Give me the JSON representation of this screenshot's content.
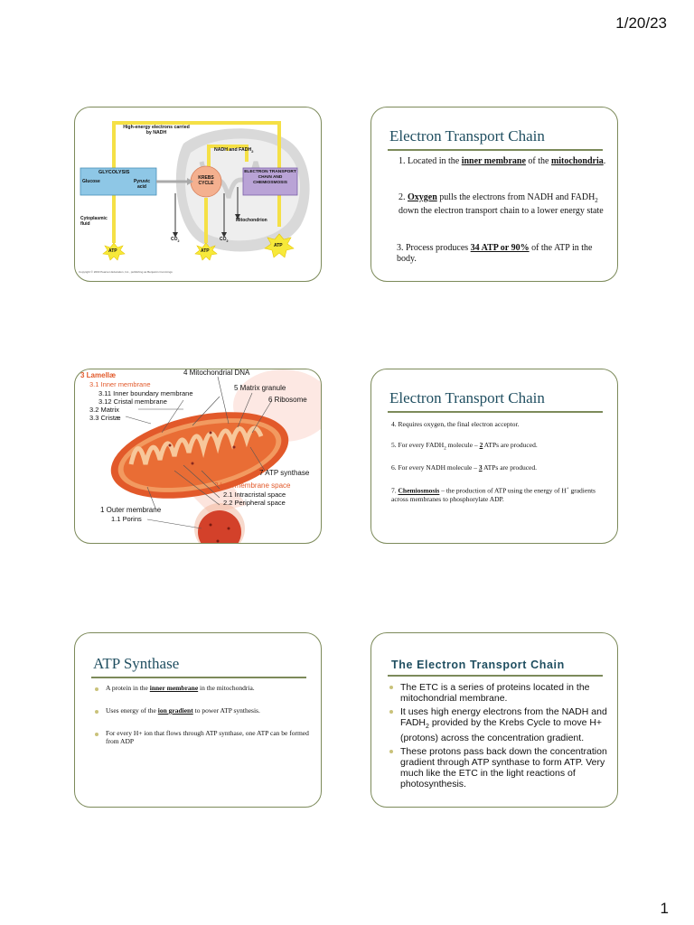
{
  "header": {
    "date": "1/20/23"
  },
  "footer": {
    "page_number": "1"
  },
  "slide1": {
    "labels": {
      "high_energy": "High-energy electrons carried by NADH",
      "nadh_fadh": "NADH and FADH",
      "nadh_fadh_sub": "2",
      "glycolysis": "GLYCOLYSIS",
      "glucose": "Glucose",
      "pyruvic": "Pyruvic acid",
      "krebs": "KREBS CYCLE",
      "etc": "ELECTRON TRANSPORT CHAIN AND CHEMIOSMOSIS",
      "cytoplasmic": "Cytoplasmic fluid",
      "mitochondrion": "Mitochondrion",
      "co2": "CO",
      "co2_sub": "2",
      "atp": "ATP",
      "copyright": "Copyright © 2003 Pearson Education, Inc., publishing as Benjamin Cummings"
    }
  },
  "slide2": {
    "title": "Electron Transport Chain",
    "p1_a": "1. Located in the ",
    "p1_b": "inner membrane",
    "p1_c": " of the ",
    "p1_d": "mitochondria",
    "p1_e": ".",
    "p2_a": "Oxygen",
    "p2_prefix": "2. ",
    "p2_b": " pulls the electrons from NADH and FADH",
    "p2_sub": "2",
    "p2_c": " down the electron transport chain to a lower energy state",
    "p3_a": "3. Process produces ",
    "p3_b": "34 ATP or 90%",
    "p3_c": " of the ATP in the body."
  },
  "slide3": {
    "labels": {
      "lamellae": "3 Lamellæ",
      "inner": "3.1 Inner membrane",
      "inner_boundary": "3.11 Inner boundary membrane",
      "cristal": "3.12 Cristal membrane",
      "matrix": "3.2 Matrix",
      "cristae": "3.3 Cristæ",
      "dna": "4 Mitochondrial DNA",
      "granule": "5 Matrix granule",
      "ribosome": "6 Ribosome",
      "atp_synthase": "7 ATP synthase",
      "intermembrane": "2 Intermembrane space",
      "intracristal": "2.1 Intracristal space",
      "peripheral": "2.2 Peripheral space",
      "outer": "1 Outer membrane",
      "porins": "1.1 Porins"
    }
  },
  "slide4": {
    "title": "Electron Transport Chain",
    "l4": "4. Requires oxygen, the final electron acceptor.",
    "l5_a": "5. For every FADH",
    "l5_sub": "2",
    "l5_b": " molecule – ",
    "l5_c": "2",
    "l5_d": " ATPs are produced.",
    "l6_a": "6. For every NADH molecule – ",
    "l6_b": "3",
    "l6_c": " ATPs are produced.",
    "l7_a": "7. ",
    "l7_b": "Chemiosmosis",
    "l7_c": " – the production of ATP using the energy of H",
    "l7_sup": "+",
    "l7_d": " gradients across membranes to phosphorylate ADP."
  },
  "slide5": {
    "title": "ATP Synthase",
    "b1_a": "A protein in the ",
    "b1_b": "inner membrane",
    "b1_c": " in the mitochondria.",
    "b2_a": "Uses energy of the ",
    "b2_b": "ion gradient",
    "b2_c": " to power ATP synthesis.",
    "b3": "For every H+ ion that flows through ATP synthase, one ATP can be formed from ADP"
  },
  "slide6": {
    "title": "The Electron Transport Chain",
    "b1": "The ETC is a series of proteins located in the mitochondrial membrane.",
    "b2_a": "It uses high energy electrons from the NADH and FADH",
    "b2_sub": "2",
    "b2_b": " provided  by the Krebs Cycle to move H+(protons) across the concentration gradient.",
    "b3": "These protons pass back down the concentration gradient through ATP synthase to form ATP.  Very much like the ETC in the light reactions of photosynthesis."
  },
  "colors": {
    "border": "#7c8a5a",
    "title": "#1f4e60",
    "bullet": "#c9c27a",
    "glycolysis_box": "#8ec7e6",
    "krebs": "#f4b08f",
    "etc_box": "#b9a3d6",
    "atp_star": "#f7e93a",
    "lamellae_orange": "#e2592a"
  }
}
